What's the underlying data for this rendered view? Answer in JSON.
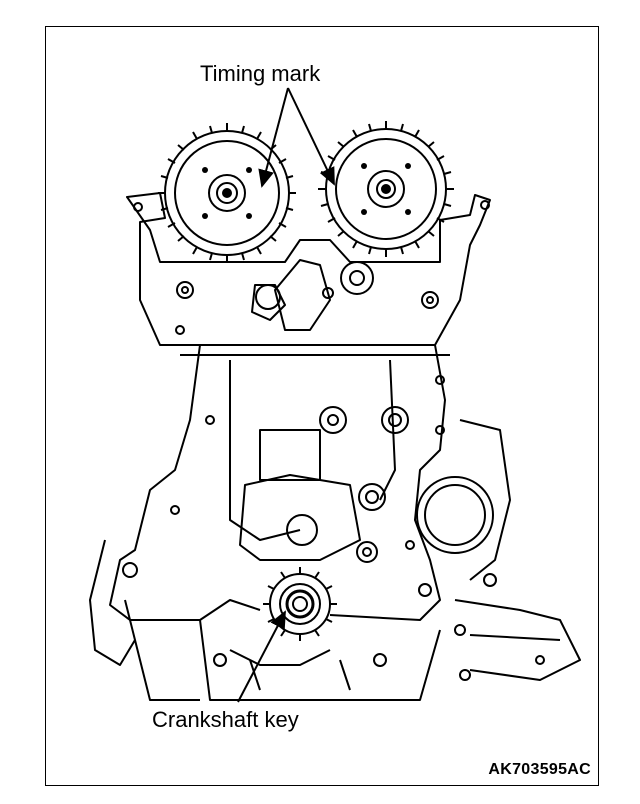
{
  "labels": {
    "timing_mark": "Timing mark",
    "crankshaft_key": "Crankshaft key"
  },
  "figure_id": "AK703595AC",
  "colors": {
    "line": "#000000",
    "background": "#ffffff"
  }
}
